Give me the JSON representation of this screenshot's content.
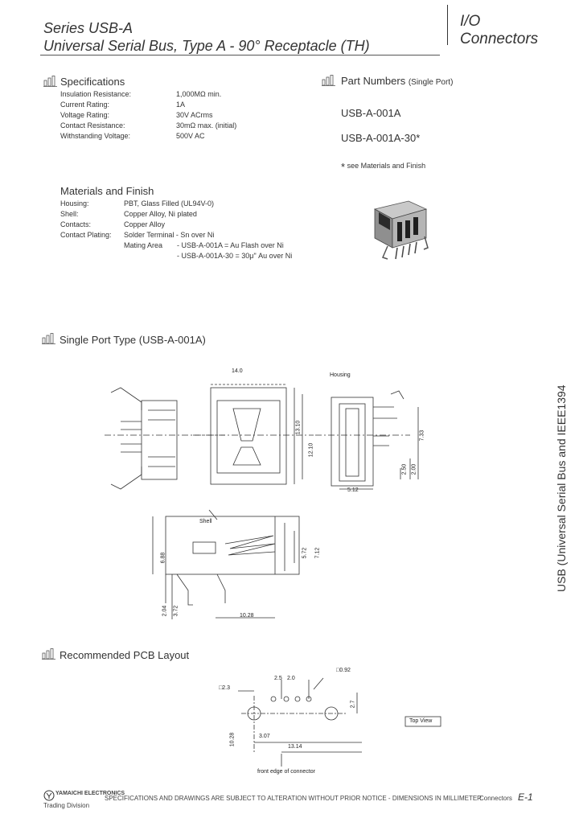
{
  "header": {
    "series": "Series USB-A",
    "subtitle": "Universal Serial Bus, Type A - 90° Receptacle (TH)",
    "category_line1": "I/O",
    "category_line2": "Connectors"
  },
  "specifications": {
    "title": "Specifications",
    "rows": [
      {
        "label": "Insulation Resistance:",
        "value": "1,000MΩ min."
      },
      {
        "label": "Current Rating:",
        "value": "1A"
      },
      {
        "label": "Voltage Rating:",
        "value": "30V ACrms"
      },
      {
        "label": "Contact Resistance:",
        "value": "30mΩ max. (initial)"
      },
      {
        "label": "Withstanding Voltage:",
        "value": "500V AC"
      }
    ]
  },
  "materials": {
    "title": "Materials and Finish",
    "rows": [
      {
        "label": "Housing:",
        "value": "PBT, Glass Filled (UL94V-0)"
      },
      {
        "label": "Shell:",
        "value": "Copper Alloy, Ni plated"
      },
      {
        "label": "Contacts:",
        "value": "Copper Alloy"
      },
      {
        "label": "Contact Plating:",
        "value": "Solder Terminal - Sn over Ni"
      }
    ],
    "mating_label": "Mating Area",
    "mating_lines": [
      "- USB-A-001A = Au Flash over Ni",
      "- USB-A-001A-30 = 30μ\" Au over Ni"
    ]
  },
  "part_numbers": {
    "title": "Part Numbers",
    "qualifier": "(Single Port)",
    "items": [
      "USB-A-001A",
      "USB-A-001A-30*"
    ],
    "note_mark": "*",
    "note": "see Materials and Finish"
  },
  "single_port": {
    "title": "Single Port Type (USB-A-001A)",
    "dims": {
      "width": "14.0",
      "height1": "13.10",
      "height2": "12.10",
      "housing": "Housing",
      "d733": "7.33",
      "d250": "2.50",
      "d200": "2.00",
      "d512": "5.12",
      "shell": "Shell",
      "d688": "6.88",
      "d572": "5.72",
      "d712": "7.12",
      "d204": "2.04",
      "d372": "3.72",
      "d1028": "10.28"
    }
  },
  "pcb": {
    "title": "Recommended PCB Layout",
    "dims": {
      "hole_large": "□2.3",
      "hole_small": "□0.92",
      "pitch1": "2.5",
      "pitch2": "2.0",
      "d27": "2.7",
      "d1028": "10.28",
      "d307": "3.07",
      "d1314": "13.14"
    },
    "top_view": "Top View",
    "front_edge": "front edge of connector"
  },
  "side_tab": "USB (Universal Serial Bus and IEEE1394",
  "footer": {
    "company": "YAMAICHI ELECTRONICS",
    "division": "Trading Division",
    "notice": "SPECIFICATIONS AND DRAWINGS ARE SUBJECT TO ALTERATION WITHOUT PRIOR NOTICE - DIMENSIONS IN MILLIMETER",
    "section": "Connectors",
    "page": "E-1"
  }
}
